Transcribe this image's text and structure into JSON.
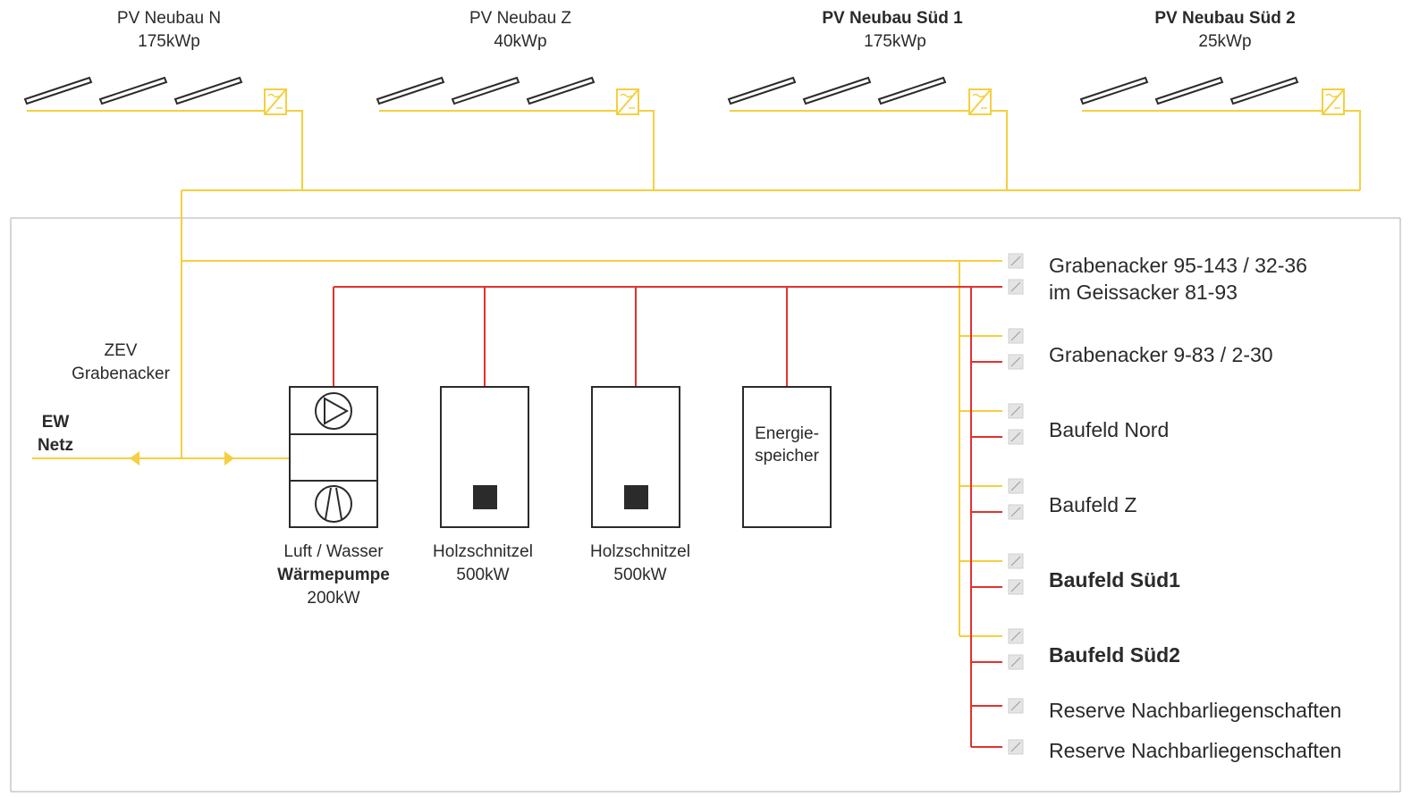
{
  "colors": {
    "pv": "#F5CF3F",
    "heat": "#E2322C",
    "frame": "#C8C8C8",
    "panel": "#2b2b2b",
    "meter": "#D8D8D8"
  },
  "pv_arrays": [
    {
      "name": "PV Neubau N",
      "power": "175kWp"
    },
    {
      "name": "PV Neubau Z",
      "power": "40kWp"
    },
    {
      "name": "PV Neubau Süd 1",
      "power": "175kWp"
    },
    {
      "name": "PV Neubau Süd 2",
      "power": "25kWp"
    }
  ],
  "zev": {
    "line1": "ZEV",
    "line2": "Grabenacker"
  },
  "grid": {
    "line1": "EW",
    "line2": "Netz"
  },
  "equipment": [
    {
      "line1": "Luft / Wasser",
      "line2": "Wärmepumpe",
      "line3": "200kW"
    },
    {
      "line1": "Holzschnitzel",
      "line2": "500kW"
    },
    {
      "line1": "Holzschnitzel",
      "line2": "500kW"
    }
  ],
  "storage": {
    "line1": "Energie-",
    "line2": "speicher"
  },
  "consumers": [
    "Grabenacker 95-143 / 32-36",
    "im Geissacker 81-93",
    "Grabenacker 9-83 / 2-30",
    "Baufeld Nord",
    "Baufeld Z",
    "Baufeld Süd1",
    "Baufeld Süd2",
    "Reserve Nachbarliegenschaften",
    "Reserve Nachbarliegenschaften"
  ]
}
